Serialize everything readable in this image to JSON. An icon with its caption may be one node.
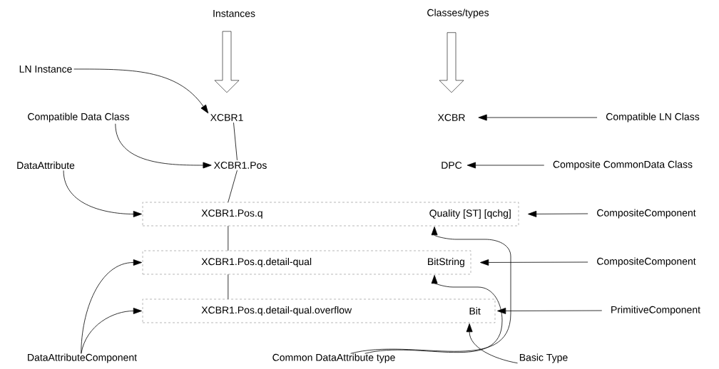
{
  "diagram": {
    "nodes": [
      {
        "text": [
          "Instances"
        ]
      },
      {
        "text": [
          "Classes/types"
        ]
      },
      {
        "text": [
          "LN Instance"
        ]
      },
      {
        "text": [
          "XCBR1"
        ]
      },
      {
        "text": [
          "XCBR"
        ]
      },
      {
        "text": [
          "Compatible LN Class"
        ]
      },
      {
        "text": [
          "Compatible Data Class"
        ]
      },
      {
        "text": [
          "XCBR1.Pos"
        ]
      },
      {
        "text": [
          "DPC"
        ]
      },
      {
        "text": [
          "Composite CommonData Class"
        ]
      },
      {
        "text": [
          "DataAttribute"
        ]
      },
      {
        "text": [
          "XCBR1.Pos.q",
          "Quality [ST] [qchg]"
        ]
      },
      {
        "text": [
          "CompositeComponent"
        ]
      },
      {
        "text": [
          "XCBR1.Pos.q.detail-qual",
          "BitString"
        ]
      },
      {
        "text": [
          "CompositeComponent"
        ]
      },
      {
        "text": [
          "XCBR1.Pos.q.detail-qual.overflow",
          "Bit"
        ]
      },
      {
        "text": [
          "PrimitiveComponent"
        ]
      },
      {
        "text": [
          "DataAttributeComponent"
        ]
      },
      {
        "text": [
          "Common DataAttribute type"
        ]
      },
      {
        "text": [
          "Basic Type"
        ]
      }
    ],
    "edges": [
      {
        "from": 0,
        "to": 3,
        "arrow": "to",
        "style": "thick"
      },
      {
        "from": 1,
        "to": 4,
        "arrow": "to",
        "style": "thick"
      },
      {
        "from": 2,
        "to": 3,
        "arrow": "to"
      },
      {
        "from": 6,
        "to": 7,
        "arrow": "to"
      },
      {
        "from": 10,
        "to": 11,
        "arrow": "to"
      },
      {
        "from": 3,
        "to": 7,
        "arrow": "none"
      },
      {
        "from": 7,
        "to": 11,
        "arrow": "none"
      },
      {
        "from": 11,
        "to": 13,
        "arrow": "none"
      },
      {
        "from": 13,
        "to": 15,
        "arrow": "none"
      },
      {
        "from": 17,
        "to": 13,
        "arrow": "to"
      },
      {
        "from": 17,
        "to": 15,
        "arrow": "to"
      },
      {
        "from": 18,
        "to": 11,
        "arrow": "to"
      },
      {
        "from": 18,
        "to": 13,
        "arrow": "to"
      },
      {
        "from": 19,
        "to": 15,
        "arrow": "to"
      },
      {
        "from": 5,
        "to": 4,
        "arrow": "to"
      },
      {
        "from": 9,
        "to": 8,
        "arrow": "to"
      },
      {
        "from": 12,
        "to": 11,
        "arrow": "to"
      },
      {
        "from": 14,
        "to": 13,
        "arrow": "to"
      },
      {
        "from": 16,
        "to": 15,
        "arrow": "to"
      }
    ]
  }
}
